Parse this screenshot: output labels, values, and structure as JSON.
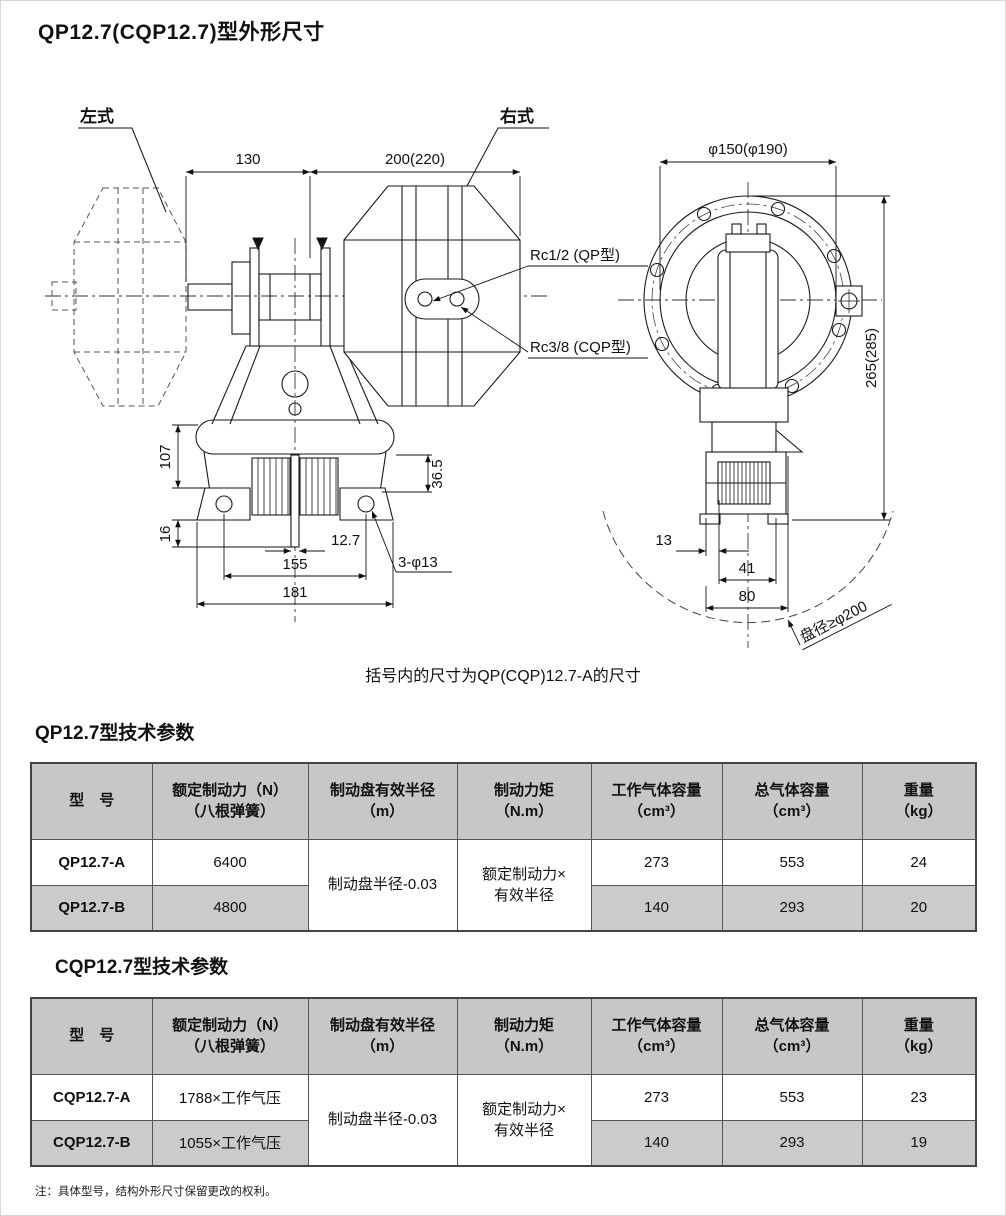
{
  "page": {
    "title": "QP12.7(CQP12.7)型外形尺寸",
    "caption": "括号内的尺寸为QP(CQP)12.7-A的尺寸",
    "footnote": "注：具体型号，结构外形尺寸保留更改的权利。"
  },
  "drawing": {
    "left_label": "左式",
    "right_label": "右式",
    "rc_qp": "Rc1/2 (QP型)",
    "rc_cqp": "Rc3/8 (CQP型)",
    "disc_note": "盘径≥φ200",
    "dims": {
      "w130": "130",
      "w200": "200(220)",
      "h107": "107",
      "h36_5": "36.5",
      "h16": "16",
      "t12_7": "12.7",
      "w155": "155",
      "w181": "181",
      "holes": "3-φ13",
      "dia150": "φ150(φ190)",
      "h265": "265(285)",
      "w13": "13",
      "w41": "41",
      "w80": "80"
    }
  },
  "table1": {
    "title": "QP12.7型技术参数",
    "headers": [
      {
        "l1": "型　号",
        "l2": ""
      },
      {
        "l1": "额定制动力（N）",
        "l2": "（八根弹簧）"
      },
      {
        "l1": "制动盘有效半径",
        "l2": "（m）"
      },
      {
        "l1": "制动力矩",
        "l2": "（N.m）"
      },
      {
        "l1": "工作气体容量",
        "l2": "（cm³）"
      },
      {
        "l1": "总气体容量",
        "l2": "（cm³）"
      },
      {
        "l1": "重量",
        "l2": "（kg）"
      }
    ],
    "merged": {
      "radius": "制动盘半径-0.03",
      "torque_l1": "额定制动力×",
      "torque_l2": "有效半径"
    },
    "rows": [
      {
        "model": "QP12.7-A",
        "force": "6400",
        "work_vol": "273",
        "total_vol": "553",
        "weight": "24"
      },
      {
        "model": "QP12.7-B",
        "force": "4800",
        "work_vol": "140",
        "total_vol": "293",
        "weight": "20"
      }
    ]
  },
  "table2": {
    "title": "CQP12.7型技术参数",
    "headers": [
      {
        "l1": "型　号",
        "l2": ""
      },
      {
        "l1": "额定制动力（N）",
        "l2": "（八根弹簧）"
      },
      {
        "l1": "制动盘有效半径",
        "l2": "（m）"
      },
      {
        "l1": "制动力矩",
        "l2": "（N.m）"
      },
      {
        "l1": "工作气体容量",
        "l2": "（cm³）"
      },
      {
        "l1": "总气体容量",
        "l2": "（cm³）"
      },
      {
        "l1": "重量",
        "l2": "（kg）"
      }
    ],
    "merged": {
      "radius": "制动盘半径-0.03",
      "torque_l1": "额定制动力×",
      "torque_l2": "有效半径"
    },
    "rows": [
      {
        "model": "CQP12.7-A",
        "force": "1788×工作气压",
        "work_vol": "273",
        "total_vol": "553",
        "weight": "23"
      },
      {
        "model": "CQP12.7-B",
        "force": "1055×工作气压",
        "work_vol": "140",
        "total_vol": "293",
        "weight": "19"
      }
    ]
  }
}
